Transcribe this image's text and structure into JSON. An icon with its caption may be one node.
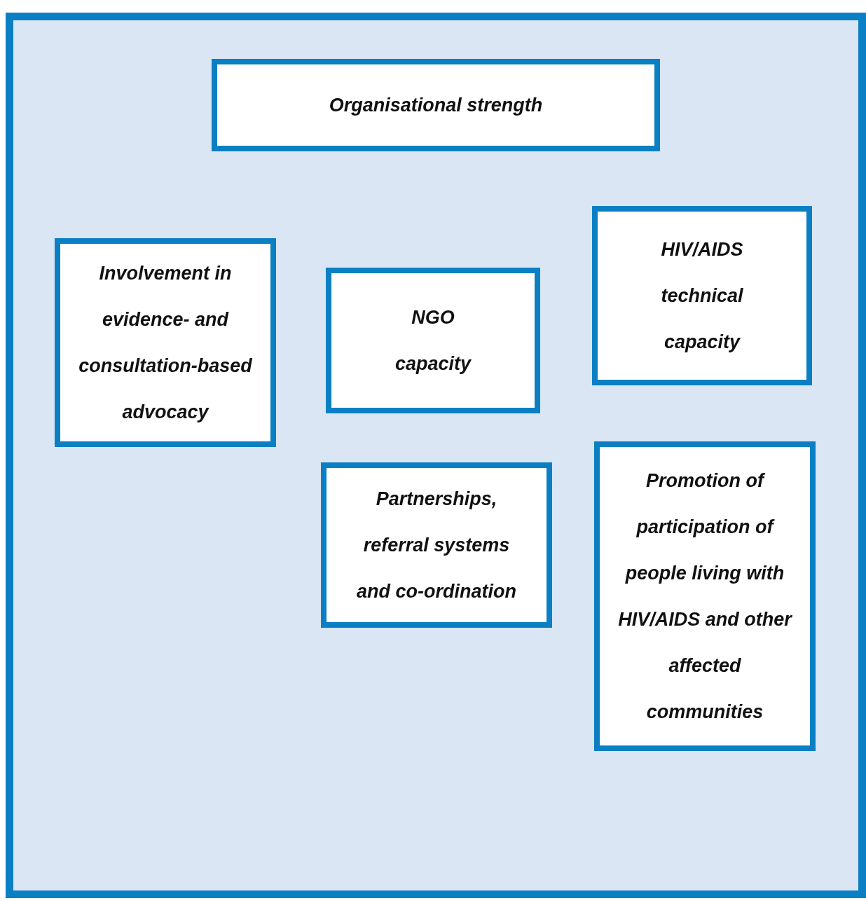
{
  "diagram": {
    "nodes": [
      {
        "text": [],
        "shape": "box"
      },
      {
        "text": [
          "Organisational strength"
        ],
        "in": 0
      },
      {
        "text": [
          "Involvement in evidence- and consultation-based advocacy"
        ],
        "in": 0
      },
      {
        "text": [
          "NGO capacity"
        ],
        "in": 0
      },
      {
        "text": [
          "HIV/AIDS technical capacity"
        ],
        "in": 0
      },
      {
        "text": [
          "Partnerships, referral systems and co-ordination"
        ],
        "in": 0
      },
      {
        "text": [
          "Promotion of participation of people living with HIV/AIDS and other affected communities"
        ],
        "in": 0
      }
    ]
  }
}
